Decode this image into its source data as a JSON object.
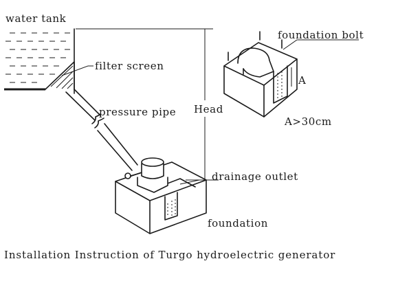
{
  "labels": {
    "water_tank": "water tank",
    "filter_screen": "filter screen",
    "pressure_pipe": "pressure pipe",
    "head": "Head",
    "drainage_outlet": "drainage outlet",
    "foundation": "foundation",
    "foundation_bolt": "foundation bolt",
    "a_marker": "A",
    "a_condition": "A>30cm"
  },
  "caption": "Installation Instruction of Turgo hydroelectric generator"
}
